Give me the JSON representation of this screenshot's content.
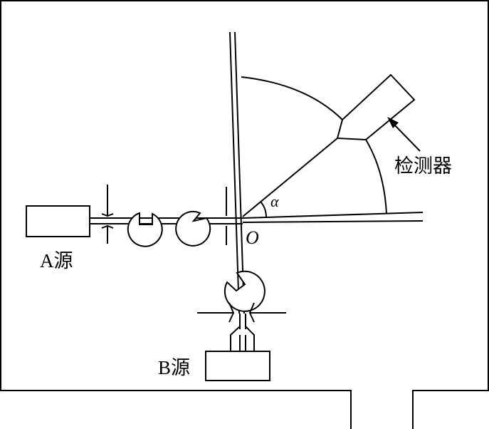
{
  "labels": {
    "source_a": "A源",
    "source_b": "B源",
    "detector": "检测器",
    "origin": "O",
    "angle": "α"
  }
}
